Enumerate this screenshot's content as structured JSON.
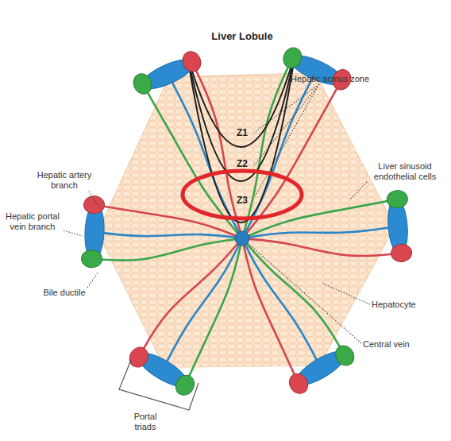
{
  "diagram": {
    "title": "Liver Lobule",
    "nodes": [
      {
        "text": [
          "Z3"
        ]
      }
    ],
    "labels": [
      "Hepatic acinus zone",
      "Z1",
      "Z2",
      "Liver sinusoid endothelial cells",
      "Hepatic artery branch",
      "Hepatic portal vein branch",
      "Bile ductile",
      "Hepatocyte",
      "Central vein",
      "Portal triads"
    ]
  }
}
